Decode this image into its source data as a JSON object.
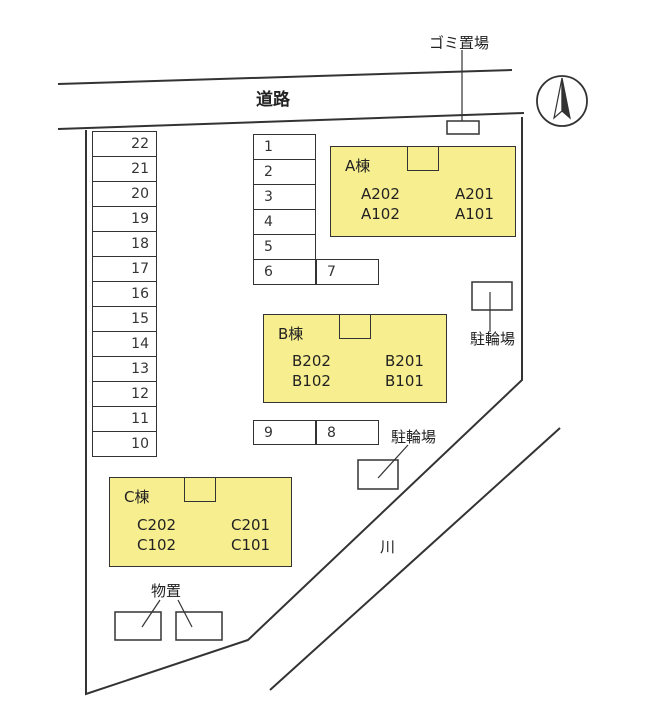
{
  "labels": {
    "garbage": "ゴミ置場",
    "road": "道路",
    "bicycle_east": "駐輪場",
    "bicycle_middle": "駐輪場",
    "river": "川",
    "storage": "物置"
  },
  "left_parking": [
    "22",
    "21",
    "20",
    "19",
    "18",
    "17",
    "16",
    "15",
    "14",
    "13",
    "12",
    "11",
    "10"
  ],
  "center_parking": [
    "1",
    "2",
    "3",
    "4",
    "5",
    "6"
  ],
  "parking_7": "7",
  "parking_9": "9",
  "parking_8": "8",
  "buildings": {
    "a": {
      "name": "A棟",
      "units": [
        "A202",
        "A201",
        "A102",
        "A101"
      ]
    },
    "b": {
      "name": "B棟",
      "units": [
        "B202",
        "B201",
        "B102",
        "B101"
      ]
    },
    "c": {
      "name": "C棟",
      "units": [
        "C202",
        "C201",
        "C102",
        "C101"
      ]
    }
  },
  "colors": {
    "building_fill": "#f7ee8f",
    "line": "#333333"
  }
}
